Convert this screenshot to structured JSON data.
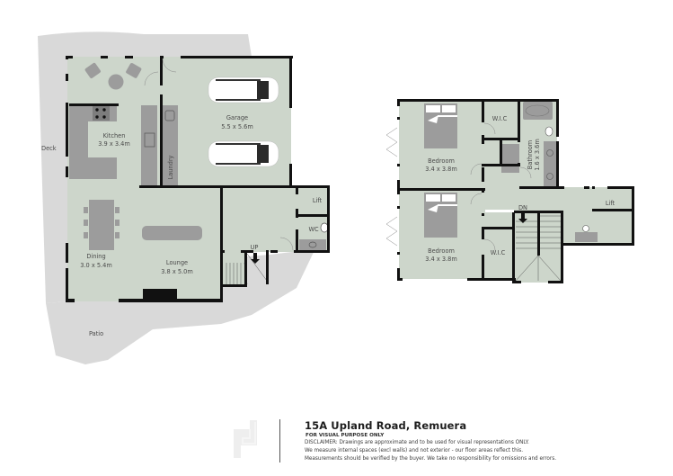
{
  "colors": {
    "room_fill": "#cdd6cb",
    "outdoor_fill": "#d9d9d9",
    "wall": "#111111",
    "fixture": "#9c9c9c",
    "fixture_dark": "#7d7d7d",
    "text": "#4a4a4a"
  },
  "ground_floor": {
    "outdoor": [
      {
        "name": "Deck"
      },
      {
        "name": "Patio"
      }
    ],
    "rooms": [
      {
        "name": "Kitchen",
        "dims": "3.9 x 3.4m"
      },
      {
        "name": "Garage",
        "dims": "5.5 x 5.6m"
      },
      {
        "name": "Laundry",
        "dims": ""
      },
      {
        "name": "Dining",
        "dims": "3.0 x 5.4m"
      },
      {
        "name": "Lounge",
        "dims": "3.8 x 5.0m"
      },
      {
        "name": "Lift",
        "dims": ""
      },
      {
        "name": "WC",
        "dims": ""
      }
    ],
    "stair_label": "UP"
  },
  "first_floor": {
    "rooms": [
      {
        "name": "Bedroom",
        "dims": "3.4 x 3.8m"
      },
      {
        "name": "W.I.C",
        "dims": ""
      },
      {
        "name": "Bathroom",
        "dims": "1.6 x 3.6m"
      },
      {
        "name": "Bedroom",
        "dims": "3.4 x 3.8m"
      },
      {
        "name": "W.I.C",
        "dims": ""
      },
      {
        "name": "Lift",
        "dims": ""
      }
    ],
    "stair_label": "DN"
  },
  "footer": {
    "title": "15A Upland Road, Remuera",
    "subtitle": "FOR VISUAL PURPOSE ONLY",
    "disclaimer_lines": [
      "DISCLAIMER:  Drawings are approximate and to be used for visual representations ONLY.",
      "We measure internal spaces (excl walls) and not exterior - our floor areas reflect this.",
      "Measurements should be verified by the buyer. We take no responsibility for omissions and errors."
    ]
  }
}
